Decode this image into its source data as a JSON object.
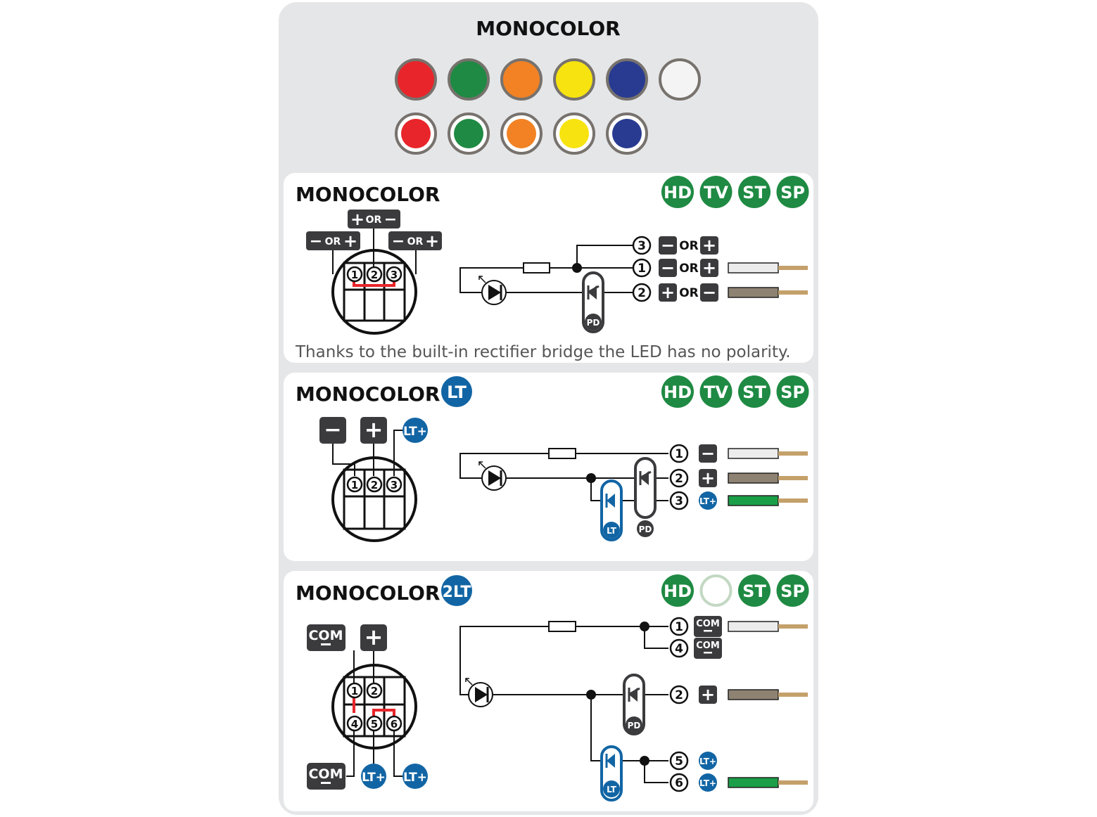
{
  "header": {
    "title": "MONOCOLOR",
    "colors_row1": [
      "#e8252a",
      "#1f8a43",
      "#f28224",
      "#f7e30f",
      "#283b91",
      "#f4f4f4"
    ],
    "colors_row2": [
      "#e8252a",
      "#1f8a43",
      "#f28224",
      "#f7e30f",
      "#283b91"
    ]
  },
  "accent_colors": {
    "badge_green": "#1f8a43",
    "lt_blue": "#1265a4",
    "dark_box": "#3b3b3e",
    "red_bridge": "#e8252a"
  },
  "sections": [
    {
      "title": "MONOCOLOR",
      "badges": [
        "HD",
        "TV",
        "ST",
        "SP"
      ],
      "top_labels": {
        "left": [
          "−",
          "OR",
          "+"
        ],
        "center": [
          "+",
          "OR",
          "−"
        ],
        "right": [
          "−",
          "OR",
          "+"
        ]
      },
      "pins": [
        "1",
        "2",
        "3"
      ],
      "schematic": {
        "resistor": "resistor",
        "pd_label": "PD",
        "rows": [
          {
            "pin": "3",
            "or": "OR",
            "left": "−",
            "right": "+"
          },
          {
            "pin": "1",
            "or": "OR",
            "left": "−",
            "right": "+"
          },
          {
            "pin": "2",
            "or": "OR",
            "left": "+",
            "right": "−"
          }
        ]
      },
      "note": "Thanks to the built-in rectifier bridge the LED has no polarity."
    },
    {
      "title": "MONOCOLOR",
      "title_badge": "LT",
      "badges": [
        "HD",
        "TV",
        "ST",
        "SP"
      ],
      "top_labels": [
        "−",
        "+",
        "LT+"
      ],
      "pins": [
        "1",
        "2",
        "3"
      ],
      "schematic": {
        "lt_label": "LT",
        "pd_label": "PD",
        "rows": [
          {
            "pin": "1",
            "label": "−"
          },
          {
            "pin": "2",
            "label": "+"
          },
          {
            "pin": "3",
            "label": "LT+"
          }
        ]
      }
    },
    {
      "title": "MONOCOLOR",
      "title_badge": "2LT",
      "badges": [
        "HD",
        "",
        "ST",
        "SP"
      ],
      "top_labels": [
        "COM",
        "+"
      ],
      "bottom_labels": [
        "COM",
        "LT+",
        "LT+"
      ],
      "pins": [
        "1",
        "2",
        "4",
        "5",
        "6"
      ],
      "schematic": {
        "lt_label": "LT",
        "pd_label": "PD",
        "rows": [
          {
            "pin": "1",
            "label": "COM"
          },
          {
            "pin": "4",
            "label": "COM"
          },
          {
            "pin": "2",
            "label": "+"
          },
          {
            "pin": "5",
            "label": "LT+"
          },
          {
            "pin": "6",
            "label": "LT+"
          }
        ]
      }
    }
  ]
}
